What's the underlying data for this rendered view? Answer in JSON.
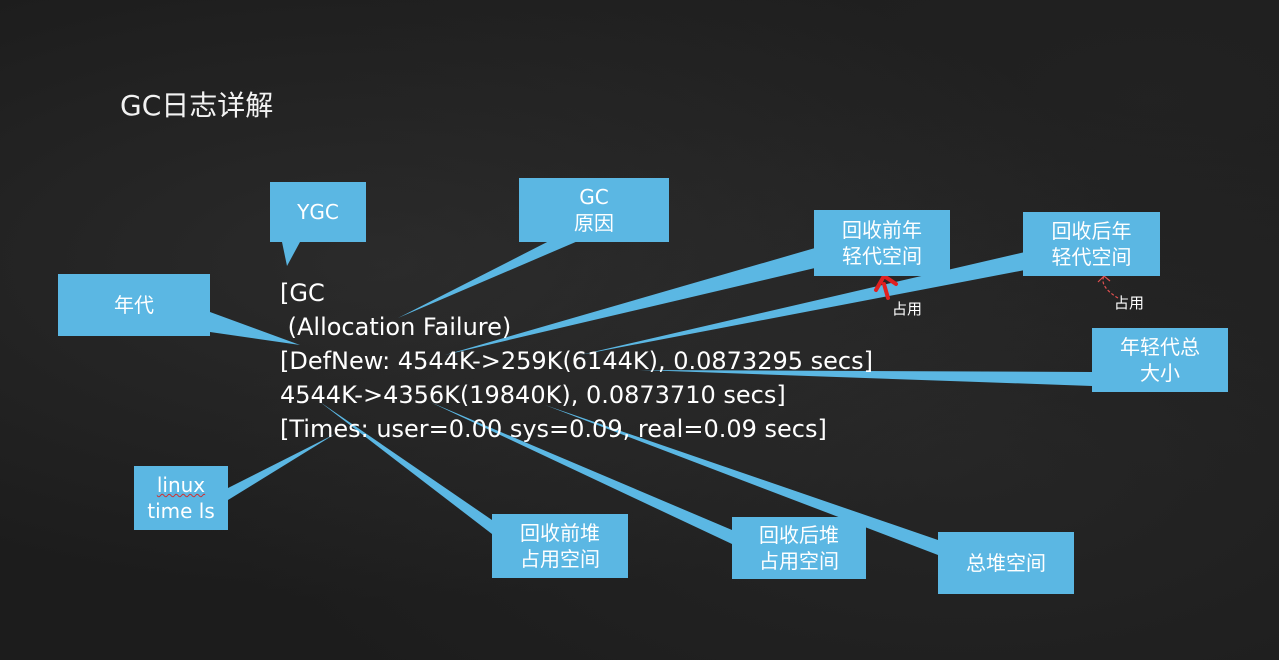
{
  "title": "GC日志详解",
  "log": {
    "lines": [
      "[GC",
      " (Allocation Failure)",
      "[DefNew: 4544K->259K(6144K), 0.0873295 secs]",
      "4544K->4356K(19840K), 0.0873710 secs]",
      "[Times: user=0.00 sys=0.09, real=0.09 secs]"
    ]
  },
  "labels": {
    "ygc": "YGC",
    "gc_cause_1": "GC",
    "gc_cause_2": "原因",
    "young_before_1": "回收前年",
    "young_before_2": "轻代空间",
    "young_after_1": "回收后年",
    "young_after_2": "轻代空间",
    "generation": "年代",
    "young_total_1": "年轻代总",
    "young_total_2": "大小",
    "linux_1": "linux",
    "linux_2": "time ls",
    "heap_before_1": "回收前堆",
    "heap_before_2": "占用空间",
    "heap_after_1": "回收后堆",
    "heap_after_2": "占用空间",
    "heap_total": "总堆空间"
  },
  "notes": {
    "occupied_1": "占用",
    "occupied_2": "占用"
  },
  "colors": {
    "callout": "#5bb7e3",
    "arrow_red": "#e02020",
    "background": "#1c1c1c"
  }
}
